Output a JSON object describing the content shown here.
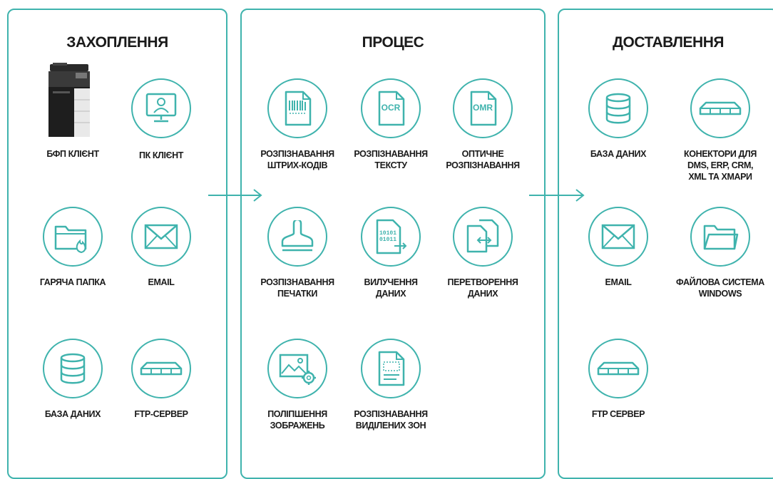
{
  "colors": {
    "accent": "#3fb3ad",
    "text": "#1a1a1a"
  },
  "capture": {
    "title": "ЗАХОПЛЕННЯ",
    "items": [
      {
        "label": "БФП КЛІЄНТ",
        "icon": "multifunction-printer-image"
      },
      {
        "label": "ПК КЛІЄНТ",
        "icon": "pc-monitor-user-icon"
      },
      {
        "label": "ГАРЯЧА ПАПКА",
        "icon": "hot-folder-icon"
      },
      {
        "label": "EMAIL",
        "icon": "envelope-icon"
      },
      {
        "label": "БАЗА ДАНИХ",
        "icon": "database-icon"
      },
      {
        "label": "FTP-СЕРВЕР",
        "icon": "server-icon"
      }
    ]
  },
  "process": {
    "title": "ПРОЦЕС",
    "items": [
      {
        "label": "РОЗПІЗНАВАННЯ\nШТРИХ-КОДІВ",
        "icon": "barcode-icon"
      },
      {
        "label": "РОЗПІЗНАВАННЯ\nТЕКСТУ",
        "icon": "ocr-document-icon",
        "icon_text": "OCR"
      },
      {
        "label": "ОПТИЧНЕ\nРОЗПІЗНАВАННЯ",
        "icon": "omr-document-icon",
        "icon_text": "OMR"
      },
      {
        "label": "РОЗПІЗНАВАННЯ\nПЕЧАТКИ",
        "icon": "stamp-icon"
      },
      {
        "label": "ВИЛУЧЕННЯ\nДАНИХ",
        "icon": "binary-data-icon",
        "icon_text_1": "10101",
        "icon_text_2": "01011"
      },
      {
        "label": "ПЕРЕТВОРЕННЯ\nДАНИХ",
        "icon": "document-convert-icon"
      },
      {
        "label": "ПОЛІПШЕННЯ\nЗОБРАЖЕНЬ",
        "icon": "image-enhance-icon"
      },
      {
        "label": "РОЗПІЗНАВАННЯ\nВИДІЛЕНИХ ЗОН",
        "icon": "zone-document-icon"
      }
    ]
  },
  "delivery": {
    "title": "ДОСТАВЛЕННЯ",
    "items": [
      {
        "label": "БАЗА ДАНИХ",
        "icon": "database-icon"
      },
      {
        "label": "КОНЕКТОРИ ДЛЯ\nDMS, ERP, CRM,\nXML ТА ХМАРИ",
        "icon": "connector-server-icon"
      },
      {
        "label": "EMAIL",
        "icon": "envelope-icon"
      },
      {
        "label": "ФАЙЛОВА СИСТЕМА\nWINDOWS",
        "icon": "folder-icon"
      },
      {
        "label": "FTP СЕРВЕР",
        "icon": "server-icon"
      }
    ]
  }
}
